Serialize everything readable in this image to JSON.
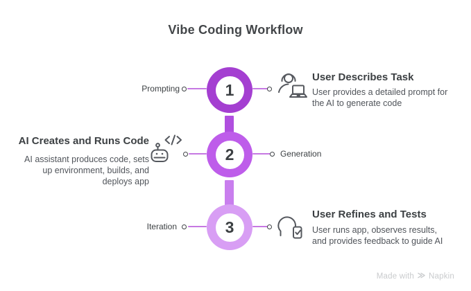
{
  "title": "Vibe Coding Workflow",
  "steps": [
    {
      "number": "1",
      "side_label": "Prompting",
      "heading": "User Describes Task",
      "desc_lines": [
        "User provides a detailed prompt for",
        "the AI to generate code"
      ],
      "icon": "user-laptop-icon",
      "ring_color": "#A43FD1"
    },
    {
      "number": "2",
      "side_label": "Generation",
      "heading": "AI Creates and Runs Code",
      "desc_lines": [
        "AI assistant produces code, sets",
        "up environment, builds, and",
        "deploys app"
      ],
      "icon": "robot-code-icon",
      "ring_color": "#BE5DEA"
    },
    {
      "number": "3",
      "side_label": "Iteration",
      "heading": "User Refines and Tests",
      "desc_lines": [
        "User runs app, observes results,",
        "and provides feedback to guide AI"
      ],
      "icon": "head-device-check-icon",
      "ring_color": "#D89EF4"
    }
  ],
  "connectors": {
    "bar_1_2_color": "#B04FDF",
    "bar_2_3_color": "#C97EEE",
    "line_color": "#C678E2"
  },
  "watermark": {
    "prefix": "Made with",
    "brand": "Napkin"
  },
  "colors": {
    "heading_text": "#3C4043",
    "body_text": "#50545A",
    "number_text": "#3C4043",
    "watermark_text": "#C9CBCD",
    "icon_stroke": "#55585E"
  }
}
